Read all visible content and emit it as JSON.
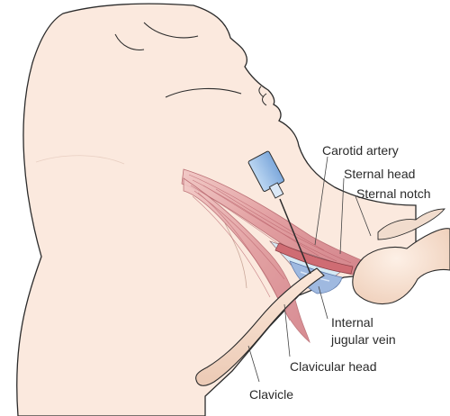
{
  "labels": {
    "carotid_artery": "Carotid artery",
    "sternal_head": "Sternal head",
    "sternal_notch": "Sternal notch",
    "internal_jugular_vein_line1": "Internal",
    "internal_jugular_vein_line2": "jugular vein",
    "clavicular_head": "Clavicular head",
    "clavicle": "Clavicle"
  },
  "colors": {
    "skin_fill": "#fbe9de",
    "skin_outline": "#2b2b2b",
    "muscle": "#e2a3a3",
    "muscle_dark": "#c66e72",
    "bone": "#f6dccb",
    "vein": "#9fb9e0",
    "needle_blue": "#9ec2ea"
  }
}
